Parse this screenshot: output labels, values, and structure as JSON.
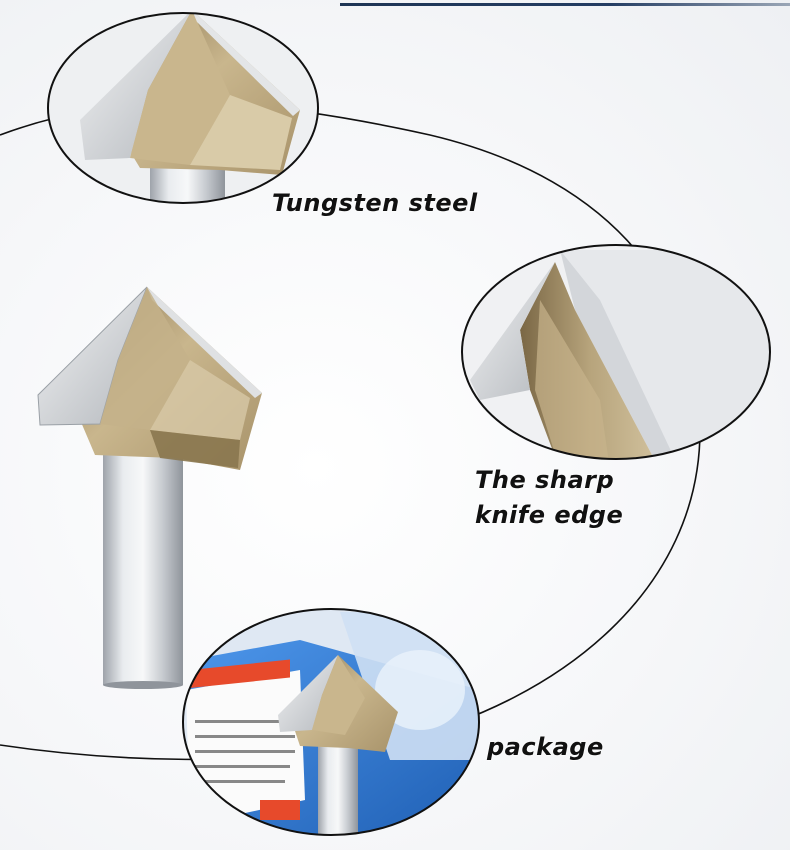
{
  "callouts": {
    "tungsten_steel": "Tungsten steel",
    "sharp_edge_line1": "The sharp",
    "sharp_edge_line2": "knife edge",
    "package": "package"
  },
  "colors": {
    "orbit_line": "#111111",
    "top_rule": "#1e3555",
    "carbide_gold": "#b9a57e",
    "steel_silver": "#c9ccd0",
    "box_blue": "#2f78d2"
  }
}
